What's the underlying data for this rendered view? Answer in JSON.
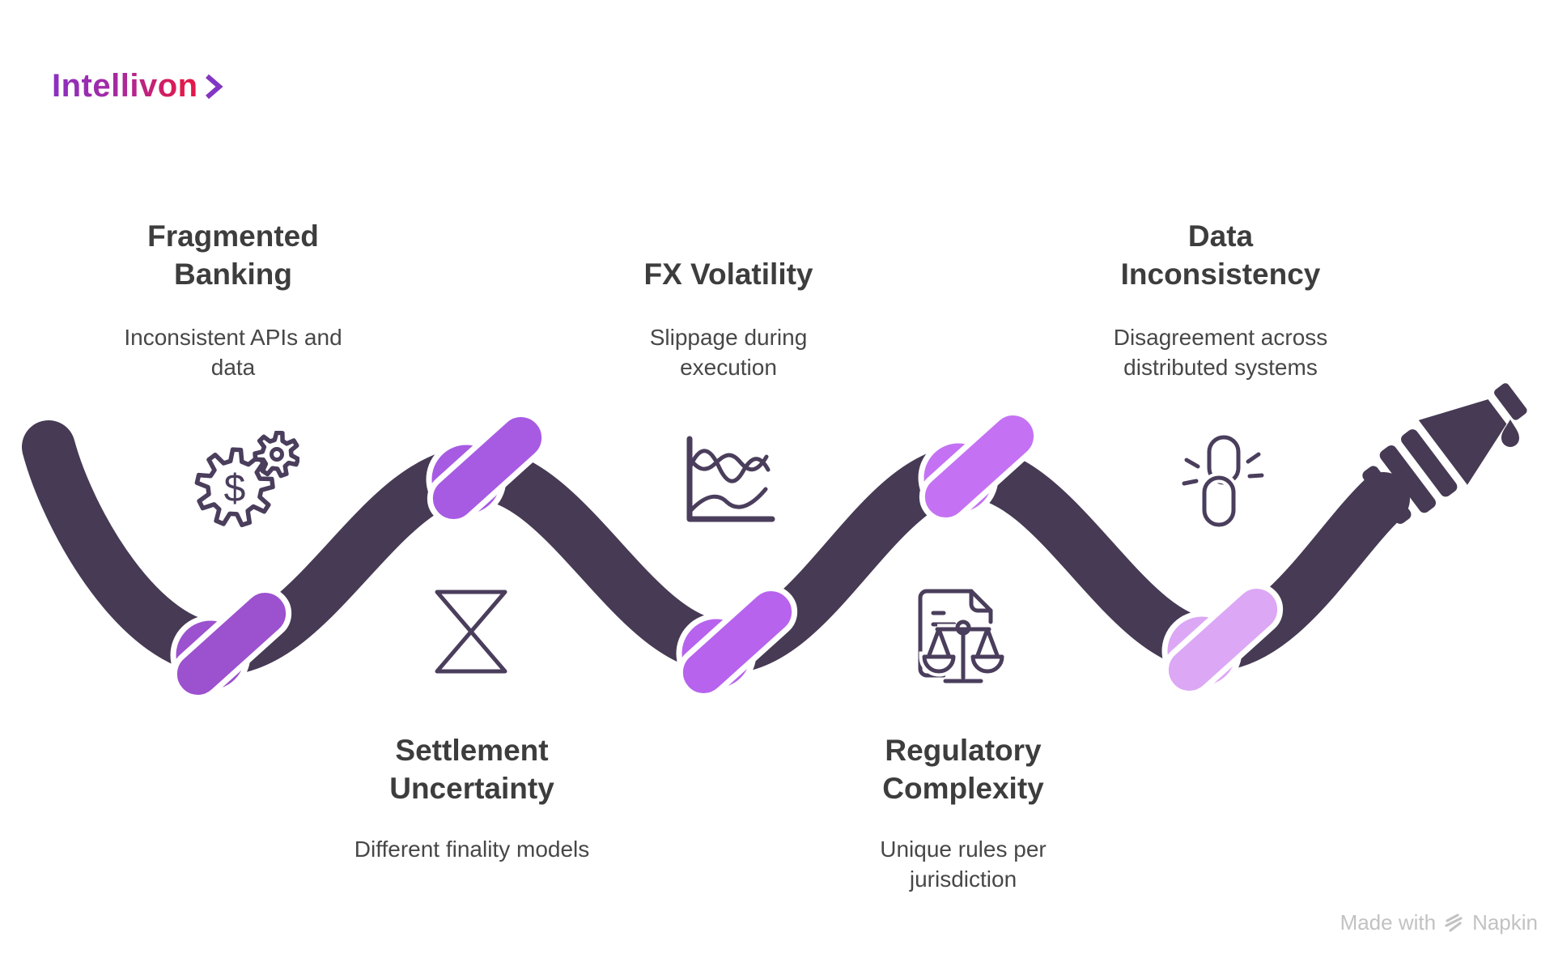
{
  "page": {
    "background": "#FFFFFF"
  },
  "logo": {
    "text": "Intellivon",
    "chevron_icon": "chevron-right"
  },
  "sections": [
    {
      "id": "fragmented-banking",
      "title": "Fragmented Banking",
      "subtitle": "Inconsistent APIs and data",
      "icon": "gears-dollar",
      "icon_glyph": "$"
    },
    {
      "id": "settlement-uncertainty",
      "title": "Settlement Uncertainty",
      "subtitle": "Different finality models",
      "icon": "hourglass"
    },
    {
      "id": "fx-volatility",
      "title": "FX Volatility",
      "subtitle": "Slippage during execution",
      "icon": "line-chart"
    },
    {
      "id": "regulatory-complexity",
      "title": "Regulatory Complexity",
      "subtitle": "Unique rules per jurisdiction",
      "icon": "document-scales"
    },
    {
      "id": "data-inconsistency",
      "title": "Data Inconsistency",
      "subtitle": "Disagreement across distributed systems",
      "icon": "broken-chain"
    }
  ],
  "footer": {
    "made_with": "Made with",
    "brand": "Napkin"
  },
  "colors": {
    "rope": "#463A54",
    "icon_stroke": "#4A3E5C",
    "title": "#3D3D3D",
    "subtitle": "#474747",
    "logo_gradient": [
      "#8B30C0",
      "#A62AA0",
      "#E1194D"
    ],
    "logo_chevron": "#8336C4",
    "footer_text": "#C2C2C2",
    "knots": [
      "#9C51CF",
      "#A75BE3",
      "#B763EE",
      "#C472F3",
      "#DCA7F5"
    ]
  }
}
